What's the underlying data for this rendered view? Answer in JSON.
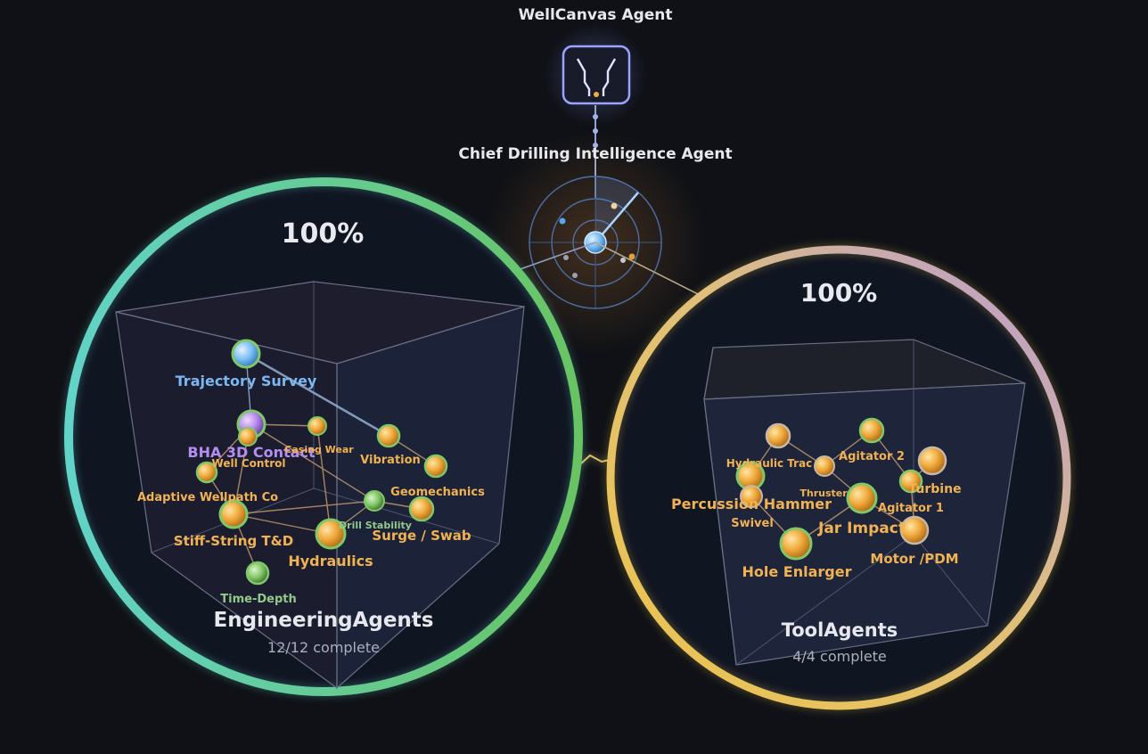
{
  "top_agent": {
    "title": "WellCanvas Agent",
    "icon": "wellcanvas-logo-icon"
  },
  "chief_agent": {
    "title": "Chief Drilling Intelligence Agent",
    "icon": "radar-icon"
  },
  "colors": {
    "background": "#0f1116",
    "teal": "#5fd1c4",
    "green": "#6cc46a",
    "gold": "#e8c24a",
    "lavender": "#b79ad8",
    "node_orange": "#f0a93a",
    "node_green_ring": "#6fc35d",
    "blue_node": "#7cc0f5",
    "purple_node": "#b889ec",
    "label_orange": "#f0b252",
    "label_blue": "#7db7f0",
    "label_purple": "#b38ef0",
    "label_green": "#92c98a"
  },
  "clusters": [
    {
      "id": "engineering",
      "percent_label": "100%",
      "progress": 1.0,
      "name": "EngineeringAgents",
      "status": "12/12 complete",
      "agents": [
        {
          "label": "Trajectory Survey",
          "style": "blue"
        },
        {
          "label": "BHA 3D Contact",
          "style": "purple"
        },
        {
          "label": "Casing Wear",
          "style": "orange"
        },
        {
          "label": "Well Control",
          "style": "orange"
        },
        {
          "label": "Vibration",
          "style": "orange"
        },
        {
          "label": "Adaptive Wellpath Co",
          "style": "orange"
        },
        {
          "label": "Geomechanics",
          "style": "orange"
        },
        {
          "label": "Drill Stability",
          "style": "green"
        },
        {
          "label": "Stiff-String T&D",
          "style": "orange"
        },
        {
          "label": "Surge / Swab",
          "style": "orange"
        },
        {
          "label": "Hydraulics",
          "style": "orange"
        },
        {
          "label": "Time-Depth",
          "style": "green"
        }
      ]
    },
    {
      "id": "tool",
      "percent_label": "100%",
      "progress": 1.0,
      "name": "ToolAgents",
      "status": "4/4 complete",
      "agents": [
        {
          "label": "Hydraulic Trac",
          "style": "orange"
        },
        {
          "label": "Agitator 2",
          "style": "orange"
        },
        {
          "label": "Turbine",
          "style": "orange"
        },
        {
          "label": "Thruster",
          "style": "orange"
        },
        {
          "label": "Percussion Hammer",
          "style": "orange"
        },
        {
          "label": "Agitator 1",
          "style": "orange"
        },
        {
          "label": "Swivel",
          "style": "orange"
        },
        {
          "label": "Jar Impact",
          "style": "orange"
        },
        {
          "label": "Motor /PDM",
          "style": "orange"
        },
        {
          "label": "Hole Enlarger",
          "style": "orange"
        }
      ]
    }
  ]
}
